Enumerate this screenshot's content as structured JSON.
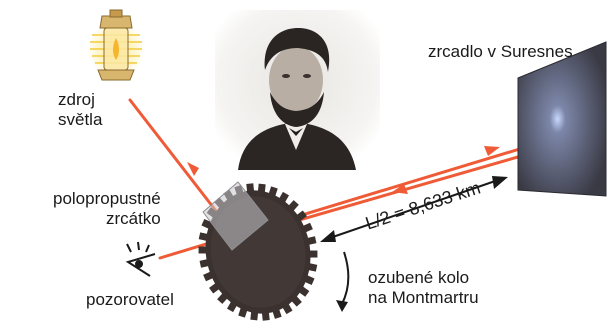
{
  "labels": {
    "light_source": [
      "zdroj",
      "světla"
    ],
    "mirror": "zrcadlo v Suresnes",
    "half_mirror": [
      "polopropustné",
      "zrcátko"
    ],
    "observer": "pozorovatel",
    "wheel": [
      "ozubené kolo",
      "na Montmartru"
    ],
    "distance": "L/2 = 8,633 km"
  },
  "colors": {
    "beam": "#ef5b36",
    "wheel": "#3b3230",
    "text": "#1a1a1a"
  },
  "icons": [
    "lamp-icon",
    "eye-icon",
    "rotation-arrow-icon"
  ]
}
